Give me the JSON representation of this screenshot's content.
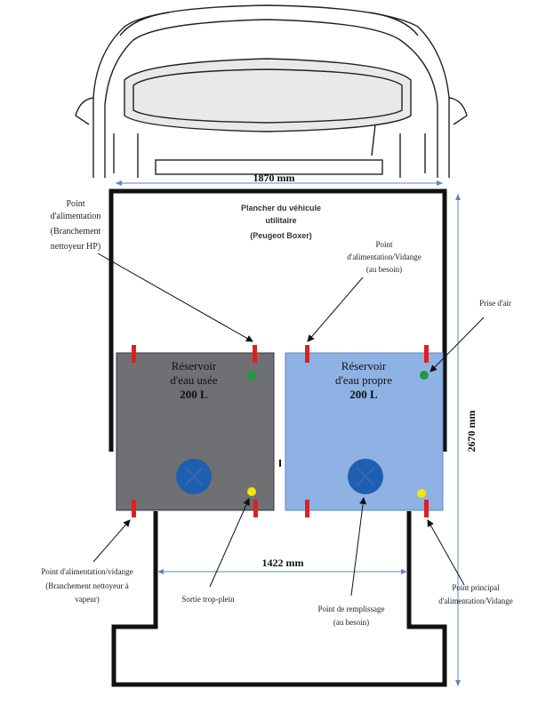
{
  "dimensions": {
    "top_width": "1870 mm",
    "inner_width": "1422 mm",
    "height": "2670 mm"
  },
  "floor_title": [
    "Plancher du véhicule",
    "utilitaire",
    "(Peugeot  Boxer)"
  ],
  "tanks": {
    "used": {
      "line1": "Réservoir",
      "line2": "d'eau usée",
      "capacity": "200 L"
    },
    "clean": {
      "line1": "Réservoir",
      "line2": "d'eau propre",
      "capacity": "200 L"
    }
  },
  "labels": {
    "hp_feed": [
      "Point",
      "d'alimentation",
      "(Branchement",
      "nettoyeur HP)"
    ],
    "feed_drain_top": [
      "Point",
      "d'alimentation/Vidange",
      "(au besoin)"
    ],
    "air_intake": "Prise d'air",
    "feed_drain_steam": [
      "Point d'alimentation/vidange",
      "(Branchement nettoyeur à",
      "vapeur)"
    ],
    "overflow": "Sortie trop-plein",
    "fill_point": [
      "Point de remplissage",
      "(au besoin)"
    ],
    "main_feed_drain": [
      "Point  principal",
      "d'alimentation/Vidange"
    ]
  },
  "colors": {
    "used_tank": "#6e7073",
    "clean_tank": "#8fb2e4",
    "fill_circle": "#1f5fb0",
    "connector": "#e02020",
    "green_point": "#1f9a3c",
    "yellow_point": "#f4e600",
    "dimension_line": "#5b86c4"
  }
}
